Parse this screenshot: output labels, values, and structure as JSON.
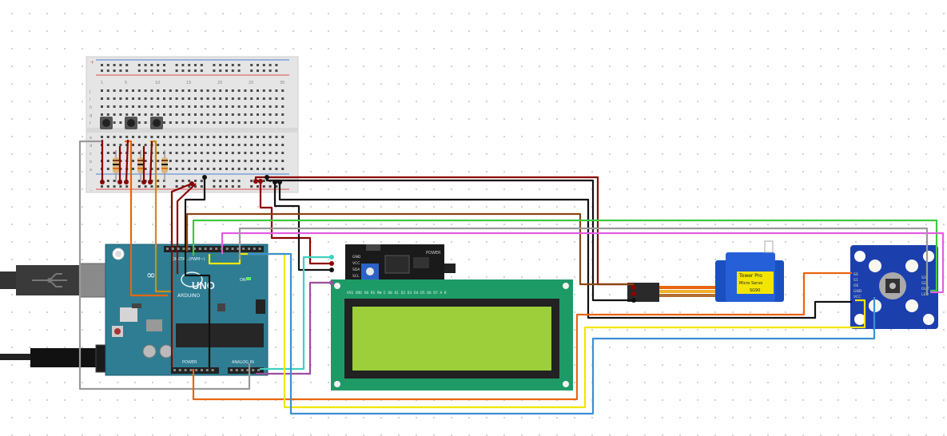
{
  "breadboard": {
    "column_numbers": [
      "1",
      "5",
      "10",
      "15",
      "20",
      "25",
      "30"
    ],
    "row_letters_top": [
      "j",
      "i",
      "h",
      "g",
      "f"
    ],
    "row_letters_bottom": [
      "e",
      "d",
      "c",
      "b",
      "a"
    ],
    "rail_marks": [
      "+",
      "-"
    ]
  },
  "arduino": {
    "brand": "ARDUINO",
    "model": "UNO",
    "header_digital": "DIGITAL (PWM~)",
    "header_power": "POWER",
    "header_analog": "ANALOG IN",
    "on_label": "ON"
  },
  "i2c_module": {
    "pins": [
      "GND",
      "VCC",
      "SDA",
      "SCL"
    ],
    "power_label": "POWER"
  },
  "lcd": {
    "pin_labels": "VSS VDD V0 RS RW E D0 D1 D2 D3 D4 D5 D6 D7 A K"
  },
  "servo": {
    "brand": "Tower Pro",
    "model": "Micro Servo",
    "part": "SG90"
  },
  "color_sensor": {
    "left_pins": [
      "S0",
      "S1",
      "OE",
      "GND",
      "VCC"
    ],
    "right_pins": [
      "S3",
      "S2",
      "OUT",
      "LED"
    ]
  },
  "colors": {
    "wire_red": "#8b0000",
    "wire_black": "#111111",
    "wire_orange": "#e8650f",
    "wire_green": "#3ec93e",
    "wire_pink": "#e25ee2",
    "wire_yellow": "#f2e600",
    "wire_blue": "#3b8fd4",
    "wire_brown": "#8b4513",
    "wire_gray": "#9a9a9a",
    "wire_purple": "#9b4f9b",
    "wire_teal": "#40d0c0",
    "arduino_body": "#2f7d92",
    "lcd_board": "#1e9a66",
    "lcd_screen": "#9ccf3a",
    "sensor_board": "#1c3fae",
    "servo_body": "#1a4fc0"
  }
}
